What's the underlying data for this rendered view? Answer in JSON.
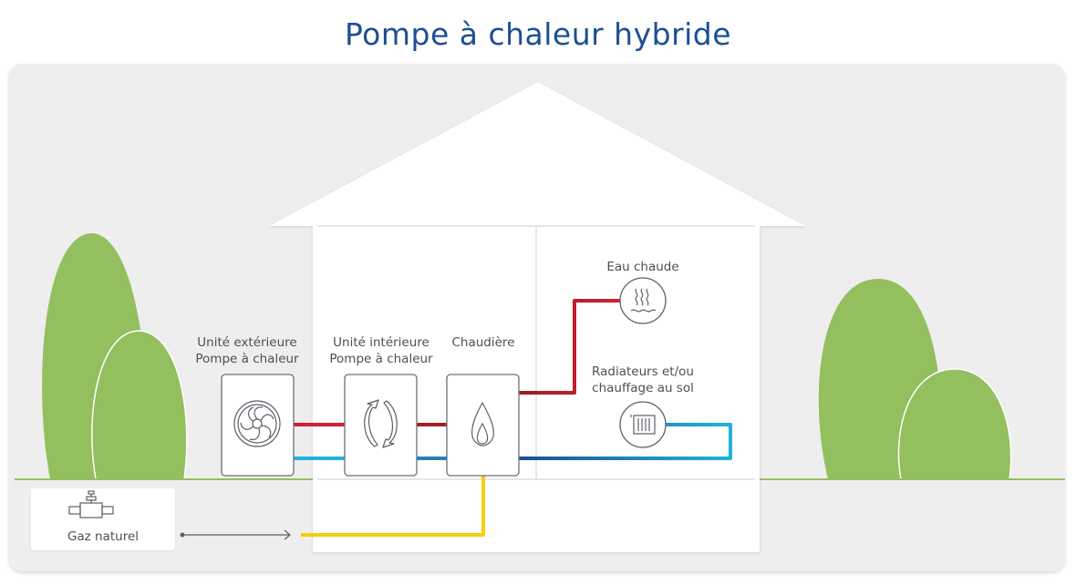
{
  "title": "Pompe à chaleur hybride",
  "labels": {
    "outdoor_unit": [
      "Unité extérieure",
      "Pompe à chaleur"
    ],
    "indoor_unit": [
      "Unité intérieure",
      "Pompe à chaleur"
    ],
    "boiler": "Chaudière",
    "hot_water": "Eau chaude",
    "radiators": [
      "Radiateurs et/ou",
      "chauffage au sol"
    ],
    "gas": "Gaz naturel"
  },
  "icons": {
    "outdoor_unit": "fan-icon",
    "indoor_unit": "cycle-arrows-icon",
    "boiler": "flame-icon",
    "hot_water": "steam-water-icon",
    "radiators": "radiator-icon",
    "gas": "gas-valve-icon"
  },
  "colors": {
    "title": "#1c4f93",
    "hot_pipe": "#b5222b",
    "hot_pipe_bright": "#d42030",
    "cold_pipe_light": "#1fb3dc",
    "cold_pipe_dark": "#1c4f93",
    "gas_pipe": "#f7cd0b",
    "vegetation": "#93bf5e",
    "panel": "#eeeeee",
    "outline": "#5a6068"
  }
}
